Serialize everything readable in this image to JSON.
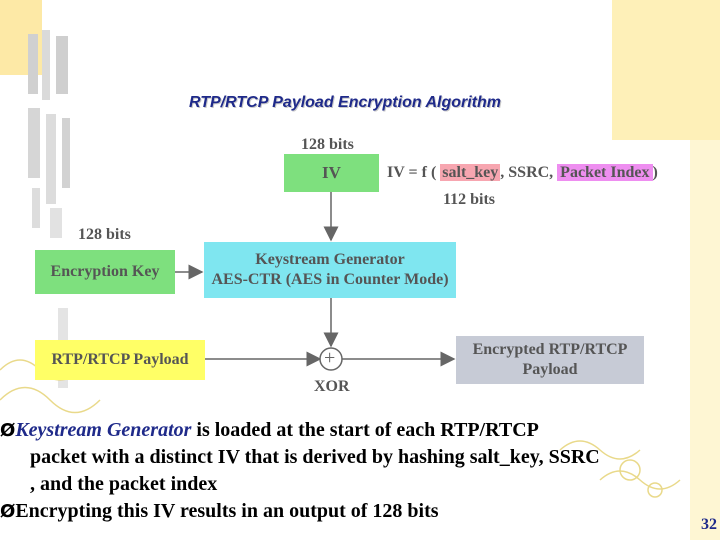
{
  "title": "RTP/RTCP Payload Encryption Algorithm",
  "diagram": {
    "iv_bits": "128 bits",
    "iv_label": "IV",
    "iv_formula_prefix": "IV = f (",
    "iv_formula_salt": "salt_key",
    "iv_formula_ssrc": ", SSRC,",
    "iv_formula_index": "Packet Index",
    "iv_formula_suffix": ")",
    "salt_bits": "112 bits",
    "key_bits": "128 bits",
    "encryption_key_label": "Encryption Key",
    "keystream_line1": "Keystream Generator",
    "keystream_line2": "AES-CTR (AES in Counter Mode)",
    "payload_label": "RTP/RTCP Payload",
    "xor_symbol": "+",
    "xor_label": "XOR",
    "encrypted_line1": "Encrypted RTP/RTCP",
    "encrypted_line2": "Payload"
  },
  "bullets": [
    {
      "marker": "Ø",
      "emphasis": "Keystream Generator",
      "line1_rest": " is loaded at the start of each RTP/RTCP",
      "line2": "packet with a distinct IV that is derived by hashing salt_key, SSRC",
      "line3": ", and the packet index"
    },
    {
      "marker": "Ø",
      "line1": "Encrypting this IV results in an output of 128 bits"
    }
  ],
  "page_number": "32",
  "colors": {
    "green_box": "#7ee07e",
    "cyan_box": "#7fe6f0",
    "yellow_box": "#ffff66",
    "grey_box": "#c7cbd6",
    "salt_highlight": "#f7a6b0",
    "index_highlight": "#ee8ef0",
    "title_color": "#1f2a8a",
    "arrow": "#666666"
  }
}
